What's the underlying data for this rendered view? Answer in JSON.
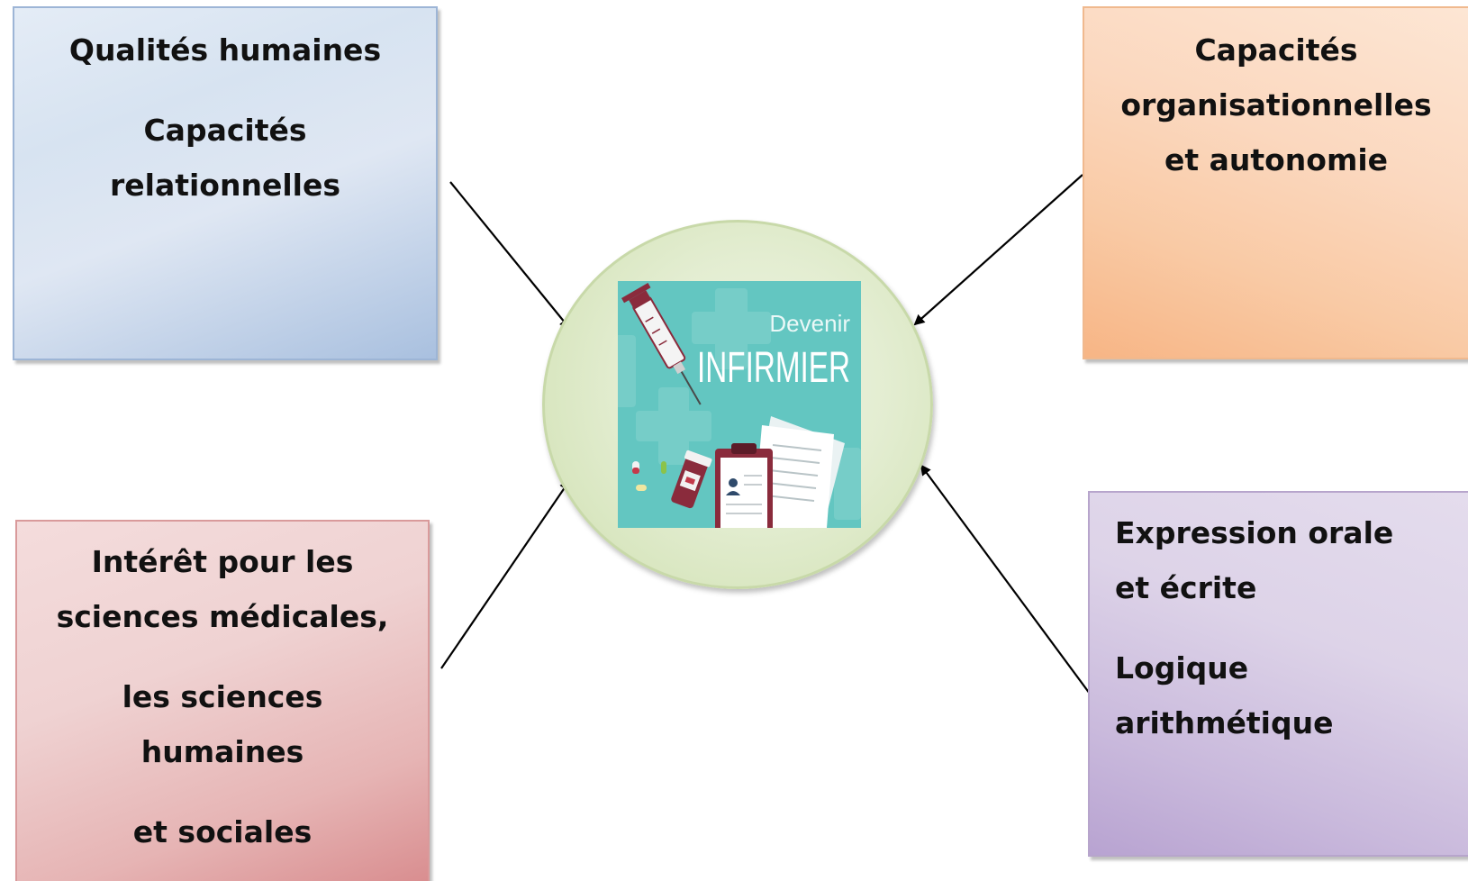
{
  "diagram": {
    "center": {
      "image_caption_small": "Devenir",
      "image_caption_large": "INFIRMIER"
    },
    "boxes": {
      "top_left": {
        "lines": [
          "Qualités humaines",
          "Capacités",
          "relationnelles"
        ]
      },
      "top_right": {
        "lines": [
          "Capacités",
          "organisationnelles",
          "et autonomie"
        ]
      },
      "bottom_left": {
        "lines": [
          "Intérêt pour les",
          "sciences médicales,",
          "les sciences",
          "humaines",
          "et sociales"
        ]
      },
      "bottom_right": {
        "lines": [
          "Expression orale",
          "et écrite",
          "Logique",
          "arithmétique"
        ]
      }
    },
    "colors": {
      "top_left": "#b8cce4",
      "top_right": "#fbd4b4",
      "bottom_left": "#e5b8b7",
      "bottom_right": "#ccc0d9",
      "center": "#d6e3bc",
      "image_bg": "#63c6c1",
      "arrow": "#000000"
    }
  }
}
